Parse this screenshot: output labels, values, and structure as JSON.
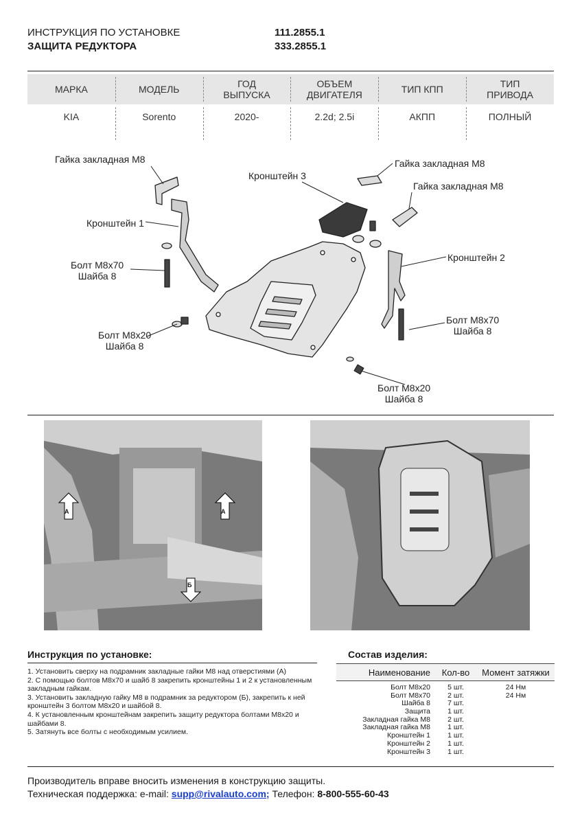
{
  "header": {
    "title_line1": "ИНСТРУКЦИЯ ПО УСТАНОВКЕ",
    "title_line2": "ЗАЩИТА РЕДУКТОРА",
    "code1": "111.2855.1",
    "code2": "333.2855.1"
  },
  "spec_table": {
    "headers": [
      "МАРКА",
      "МОДЕЛЬ",
      "ГОД\nВЫПУСКА",
      "ОБЪЕМ\nДВИГАТЕЛЯ",
      "ТИП КПП",
      "ТИП\nПРИВОДА"
    ],
    "values": [
      "KIA",
      "Sorento",
      "2020-",
      "2.2d; 2.5i",
      "АКПП",
      "ПОЛНЫЙ"
    ]
  },
  "diagram_labels": {
    "nut1": "Гайка закладная М8",
    "nut2": "Гайка закладная М8",
    "nut3": "Гайка закладная М8",
    "bracket3": "Кронштейн 3",
    "bracket1": "Кронштейн 1",
    "bracket2": "Кронштейн 2",
    "bolt70_left": "Болт М8х70\nШайба 8",
    "bolt70_right": "Болт М8х70\nШайба 8",
    "bolt20_left": "Болт М8х20\nШайба 8",
    "bolt20_bottom": "Болт М8х20\nШайба 8"
  },
  "photo_markers": {
    "a_left": "А",
    "a_right": "А",
    "b": "Б"
  },
  "instructions": {
    "title": "Инструкция по установке:",
    "steps": [
      "1. Установить сверху на подрамник закладные гайки М8 над отверстиями (А)",
      "2. С помощью болтов М8х70 и шайб 8 закрепить кронштейны 1 и 2 к установленным закладным гайкам.",
      "3. Установить закладную гайку М8 в подрамник за редуктором (Б), закрепить к ней кронштейн 3 болтом М8х20 и шайбой 8.",
      "4. К установленным кронштейнам закрепить защиту редуктора болтами М8х20 и шайбами 8.",
      "5. Затянуть все болты с необходимым усилием."
    ]
  },
  "composition": {
    "title": "Состав изделия:",
    "headers": [
      "Наименование",
      "Кол-во",
      "Момент затяжки"
    ],
    "rows": [
      {
        "name": "Болт М8х20",
        "qty": "5 шт.",
        "torque": "24 Нм"
      },
      {
        "name": "Болт М8х70",
        "qty": "2 шт.",
        "torque": "24 Нм"
      },
      {
        "name": "Шайба 8",
        "qty": "7 шт.",
        "torque": ""
      },
      {
        "name": "Защита",
        "qty": "1 шт.",
        "torque": ""
      },
      {
        "name": "Закладная гайка М8",
        "qty": "2 шт.",
        "torque": ""
      },
      {
        "name": "Закладная гайка М8",
        "qty": "1 шт.",
        "torque": ""
      },
      {
        "name": "Кронштейн 1",
        "qty": "1 шт.",
        "torque": ""
      },
      {
        "name": "Кронштейн 2",
        "qty": "1 шт.",
        "torque": ""
      },
      {
        "name": "Кронштейн 3",
        "qty": "1 шт.",
        "torque": ""
      }
    ]
  },
  "footer": {
    "line1": "Производитель вправе вносить изменения в конструкцию защиты.",
    "support_prefix": "Техническая поддержка:  e-mail: ",
    "email": "supp@rivalauto.com;",
    "phone_prefix": " Телефон: ",
    "phone": "8-800-555-60-43"
  }
}
